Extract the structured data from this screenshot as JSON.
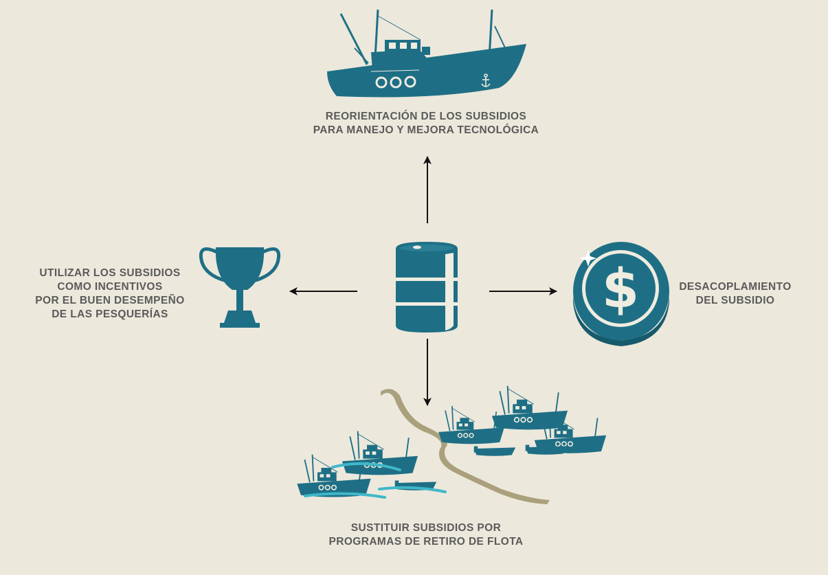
{
  "colors": {
    "background": "#ece8dc",
    "teal": "#1e6f85",
    "teal_light": "#3fb8c9",
    "cream": "#efece0",
    "coast": "#aaa07c",
    "arrow": "#111111",
    "text": "#5a5a5a"
  },
  "center": {
    "icon": "oil-barrel-icon"
  },
  "options": [
    {
      "icon": "fishing-boat-icon",
      "lines": [
        "REORIENTACIÓN DE LOS SUBSIDIOS",
        "PARA MANEJO Y MEJORA TECNOLÓGICA"
      ]
    },
    {
      "icon": "trophy-icon",
      "lines": [
        "UTILIZAR LOS SUBSIDIOS",
        "COMO INCENTIVOS",
        "POR EL BUEN DESEMPEÑO",
        "DE LAS PESQUERÍAS"
      ]
    },
    {
      "icon": "dollar-coin-icon",
      "lines": [
        "DESACOPLAMIENTO",
        "DEL SUBSIDIO"
      ]
    },
    {
      "icon": "fleet-boats-icon",
      "lines": [
        "SUSTITUIR SUBSIDIOS POR",
        "PROGRAMAS DE RETIRO DE FLOTA"
      ]
    }
  ]
}
